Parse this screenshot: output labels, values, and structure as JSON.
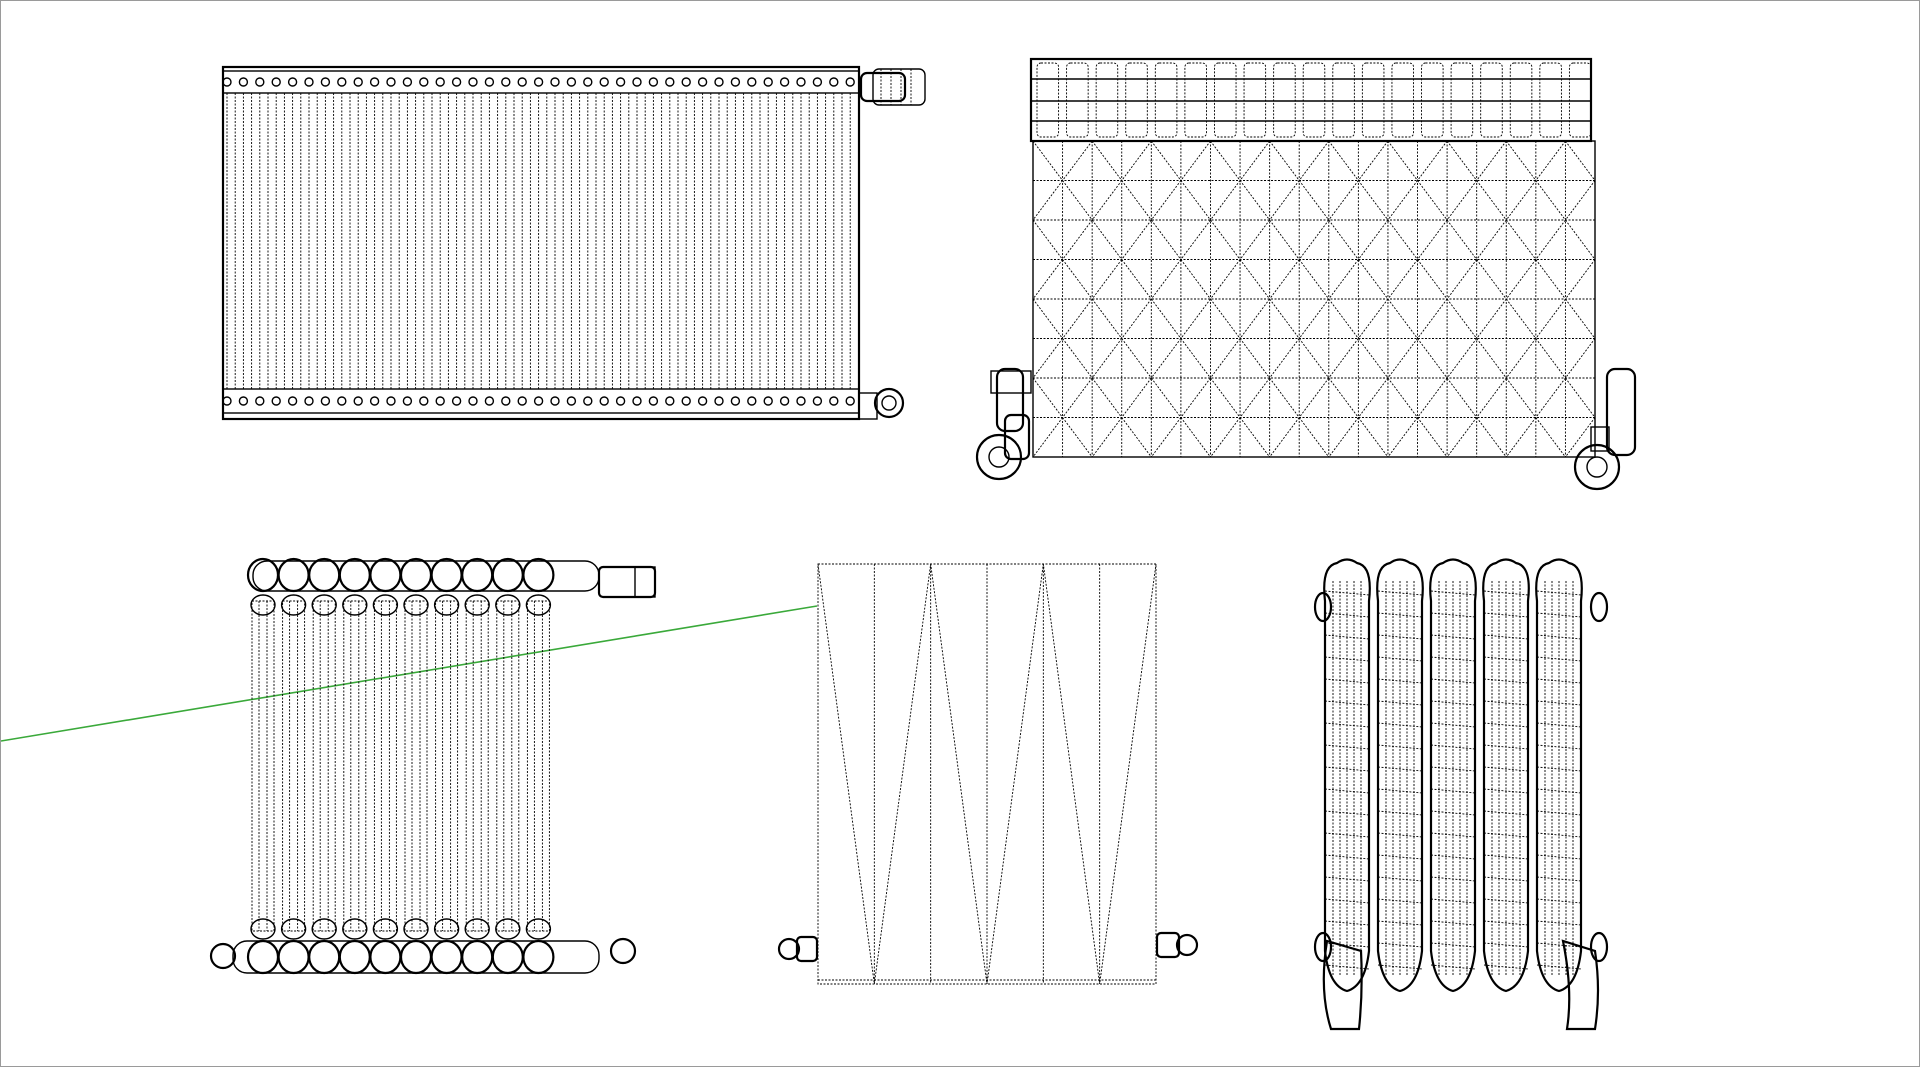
{
  "viewport": {
    "name": "3d-modeling-viewport",
    "background": "#ffffff",
    "axis_color": "#3aa93a",
    "wire_color": "#000000"
  },
  "models": [
    {
      "id": "panel-radiator",
      "icon": "panel-radiator-wireframe"
    },
    {
      "id": "aluminium-sectional-radiator",
      "icon": "sectional-radiator-wireframe"
    },
    {
      "id": "column-radiator",
      "icon": "column-radiator-wireframe"
    },
    {
      "id": "lowpoly-box-radiator",
      "icon": "lowpoly-radiator-wireframe"
    },
    {
      "id": "cast-iron-radiator",
      "icon": "cast-iron-radiator-wireframe"
    }
  ]
}
